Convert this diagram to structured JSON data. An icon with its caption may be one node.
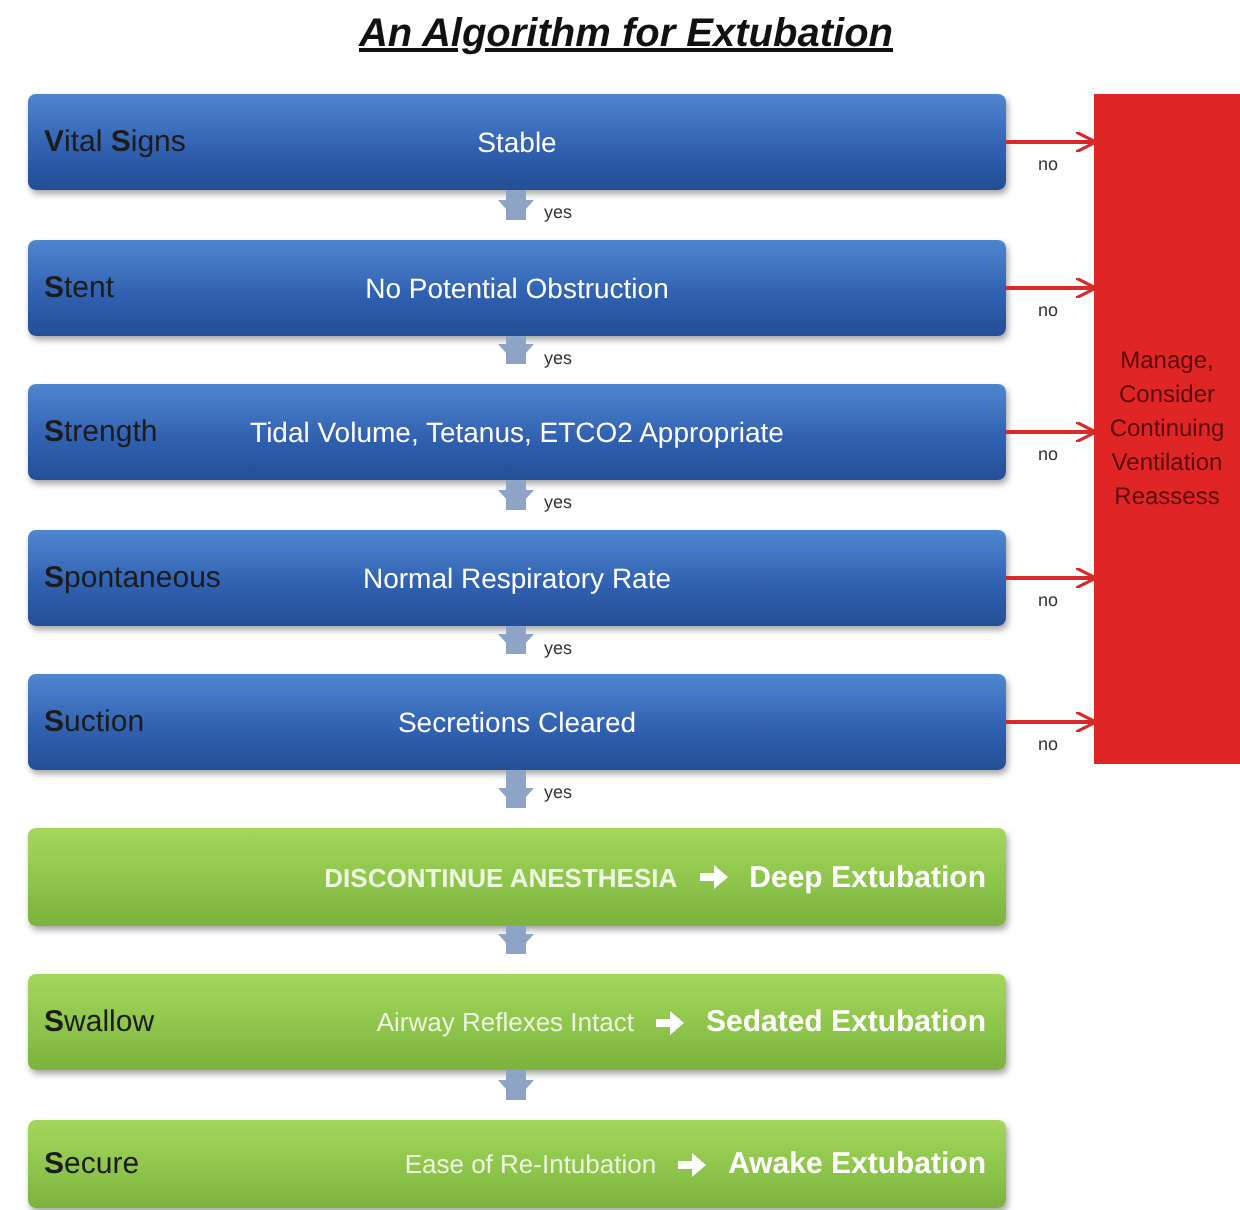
{
  "diagram": {
    "title": "An Algorithm for Extubation",
    "nodes": [
      {
        "text": [
          "**V**ital **S**igns",
          "Stable"
        ]
      },
      {
        "text": [
          "**S**tent",
          "No Potential Obstruction"
        ]
      },
      {
        "text": [
          "**S**trength",
          "Tidal Volume, Tetanus, ETCO2 Appropriate"
        ]
      },
      {
        "text": [
          "**S**pontaneous",
          "Normal Respiratory Rate"
        ]
      },
      {
        "text": [
          "**S**uction",
          "Secretions Cleared"
        ]
      },
      {
        "text": [
          "DISCONTINUE ANESTHESIA",
          "Deep Extubation"
        ]
      },
      {
        "text": [
          "**S**wallow",
          "Airway Reflexes Intact",
          "Sedated Extubation"
        ]
      },
      {
        "text": [
          "**S**ecure",
          "Ease of Re-Intubation",
          "Awake Extubation"
        ]
      },
      {
        "text": [
          "Manage, Consider Continuing Ventilation Reassess"
        ]
      }
    ],
    "edges": [
      {
        "from": 0,
        "to": 1,
        "arrow": "to",
        "label": "yes"
      },
      {
        "from": 1,
        "to": 2,
        "arrow": "to",
        "label": "yes"
      },
      {
        "from": 2,
        "to": 3,
        "arrow": "to",
        "label": "yes"
      },
      {
        "from": 3,
        "to": 4,
        "arrow": "to",
        "label": "yes"
      },
      {
        "from": 4,
        "to": 5,
        "arrow": "to",
        "label": "yes"
      },
      {
        "from": 5,
        "to": 6,
        "arrow": "to"
      },
      {
        "from": 6,
        "to": 7,
        "arrow": "to"
      },
      {
        "from": 0,
        "to": 8,
        "arrow": "to",
        "label": "no",
        "color": "#d62b2b"
      },
      {
        "from": 1,
        "to": 8,
        "arrow": "to",
        "label": "no",
        "color": "#d62b2b"
      },
      {
        "from": 2,
        "to": 8,
        "arrow": "to",
        "label": "no",
        "color": "#d62b2b"
      },
      {
        "from": 3,
        "to": 8,
        "arrow": "to",
        "label": "no",
        "color": "#d62b2b"
      },
      {
        "from": 4,
        "to": 8,
        "arrow": "to",
        "label": "no",
        "color": "#d62b2b"
      }
    ]
  }
}
